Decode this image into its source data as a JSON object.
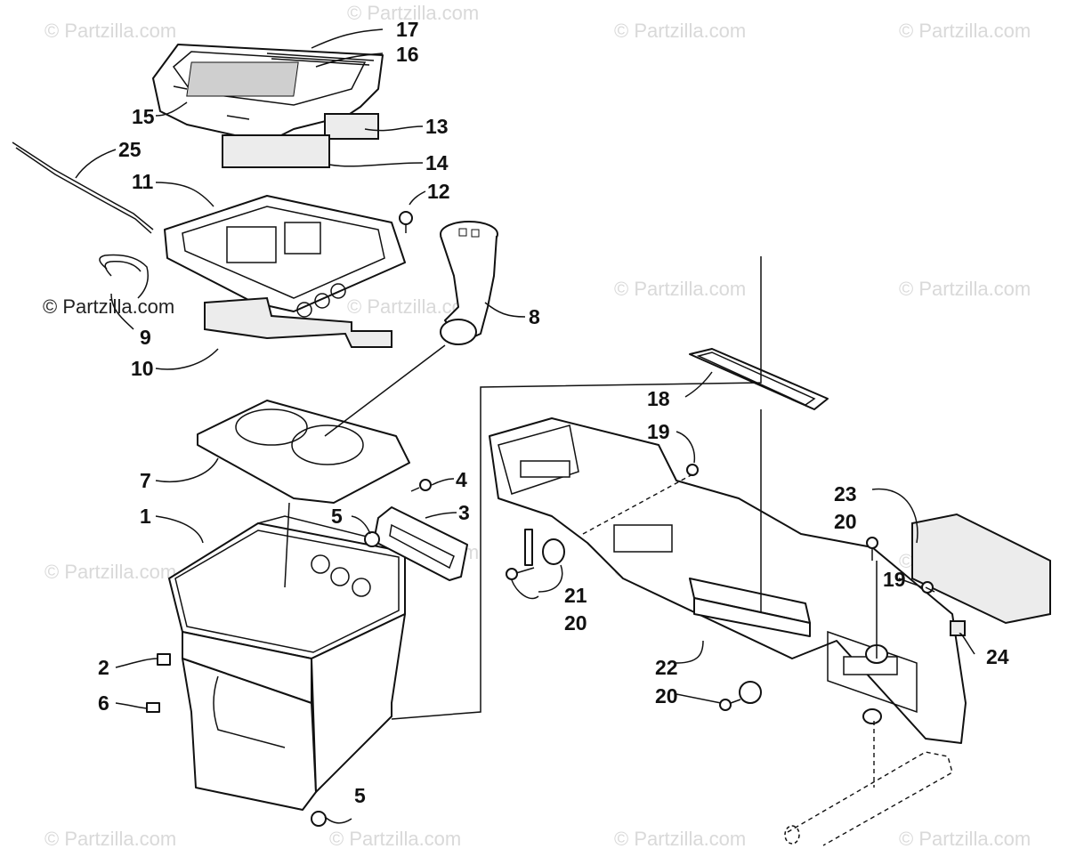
{
  "watermark": {
    "text": "© Partzilla.com"
  },
  "callouts": {
    "c1": "1",
    "c2": "2",
    "c3": "3",
    "c4": "4",
    "c5a": "5",
    "c5b": "5",
    "c6": "6",
    "c7": "7",
    "c8": "8",
    "c9": "9",
    "c10": "10",
    "c11": "11",
    "c12": "12",
    "c13": "13",
    "c14": "14",
    "c15": "15",
    "c16": "16",
    "c17": "17",
    "c18": "18",
    "c19a": "19",
    "c19b": "19",
    "c20a": "20",
    "c20b": "20",
    "c20c": "20",
    "c21": "21",
    "c22": "22",
    "c23": "23",
    "c24": "24",
    "c25": "25"
  },
  "colors": {
    "line": "#111111",
    "foam": "#ececec",
    "watermark": "#d9d9d9",
    "background": "#ffffff"
  }
}
